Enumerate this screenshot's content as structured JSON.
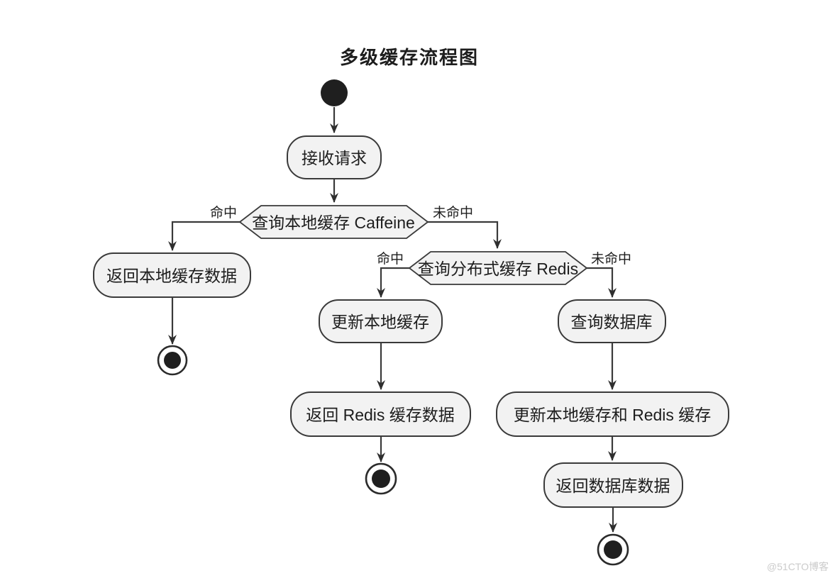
{
  "title": "多级缓存流程图",
  "diagram_type": "activity-flowchart",
  "nodes": {
    "receive_request": {
      "label": "接收请求",
      "shape": "rounded-rect"
    },
    "check_local_cache": {
      "label": "查询本地缓存 Caffeine",
      "shape": "hexagon-decision"
    },
    "return_local_cache": {
      "label": "返回本地缓存数据",
      "shape": "rounded-rect"
    },
    "check_redis_cache": {
      "label": "查询分布式缓存 Redis",
      "shape": "hexagon-decision"
    },
    "update_local_cache": {
      "label": "更新本地缓存",
      "shape": "rounded-rect"
    },
    "return_redis_data": {
      "label": "返回 Redis 缓存数据",
      "shape": "rounded-rect"
    },
    "query_database": {
      "label": "查询数据库",
      "shape": "rounded-rect"
    },
    "update_both_caches": {
      "label": "更新本地缓存和 Redis 缓存",
      "shape": "rounded-rect"
    },
    "return_database_data": {
      "label": "返回数据库数据",
      "shape": "rounded-rect"
    }
  },
  "edge_labels": {
    "local_hit": "命中",
    "local_miss": "未命中",
    "redis_hit": "命中",
    "redis_miss": "未命中"
  },
  "terminals": {
    "start_count": 1,
    "end_count": 3
  },
  "watermark": "@51CTO博客",
  "colors": {
    "background": "#ffffff",
    "node_fill": "#f2f2f2",
    "node_border": "#3a3a3a",
    "edge": "#3a3a3a",
    "text": "#1d1d1d",
    "watermark": "#cbcbcb"
  }
}
